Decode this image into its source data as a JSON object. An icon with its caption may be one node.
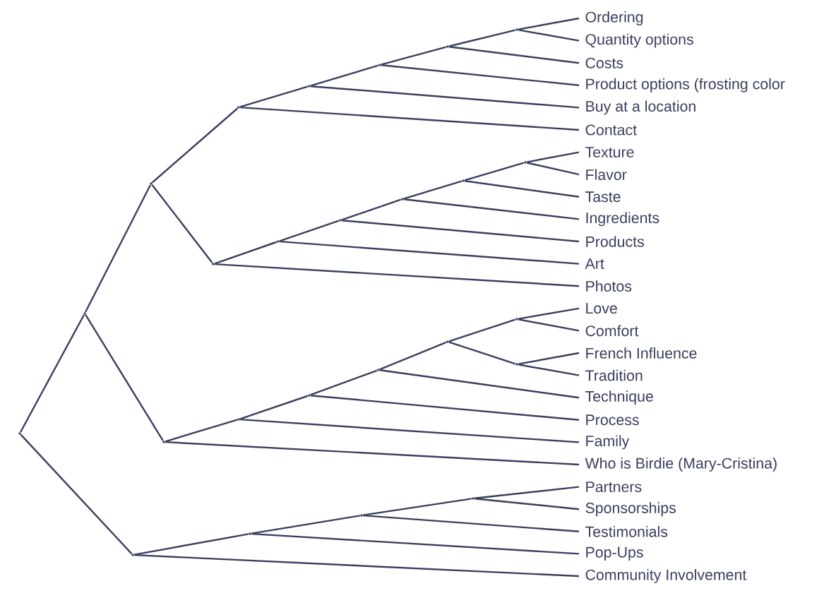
{
  "diagram": {
    "nodes": [
      {
        "text": [
          "Ordering"
        ]
      },
      {
        "text": [
          "Quantity options"
        ]
      },
      {
        "text": [
          "Costs"
        ]
      },
      {
        "text": [
          "Product options (frosting color"
        ]
      },
      {
        "text": [
          "Buy at a location"
        ]
      },
      {
        "text": [
          "Contact"
        ]
      },
      {
        "text": [
          "Texture"
        ]
      },
      {
        "text": [
          "Flavor"
        ]
      },
      {
        "text": [
          "Taste"
        ]
      },
      {
        "text": [
          "Ingredients"
        ]
      },
      {
        "text": [
          "Products"
        ]
      },
      {
        "text": [
          "Art"
        ]
      },
      {
        "text": [
          "Photos"
        ]
      },
      {
        "text": [
          "Love"
        ]
      },
      {
        "text": [
          "Comfort"
        ]
      },
      {
        "text": [
          "French Influence"
        ]
      },
      {
        "text": [
          "Tradition"
        ]
      },
      {
        "text": [
          "Technique"
        ]
      },
      {
        "text": [
          "Process"
        ]
      },
      {
        "text": [
          "Family"
        ]
      },
      {
        "text": [
          "Who is Birdie (Mary-Cristina)"
        ]
      },
      {
        "text": [
          "Partners"
        ]
      },
      {
        "text": [
          "Sponsorships"
        ]
      },
      {
        "text": [
          "Testimonials"
        ]
      },
      {
        "text": [
          "Pop-Ups"
        ]
      },
      {
        "text": [
          "Community Involvement"
        ]
      },
      {
        "text": [],
        "shape": "point"
      },
      {
        "text": [],
        "shape": "point"
      },
      {
        "text": [],
        "shape": "point"
      },
      {
        "text": [],
        "shape": "point"
      },
      {
        "text": [],
        "shape": "point"
      },
      {
        "text": [],
        "shape": "point"
      },
      {
        "text": [],
        "shape": "point"
      },
      {
        "text": [],
        "shape": "point"
      },
      {
        "text": [],
        "shape": "point"
      },
      {
        "text": [],
        "shape": "point"
      },
      {
        "text": [],
        "shape": "point"
      },
      {
        "text": [],
        "shape": "point"
      },
      {
        "text": [],
        "shape": "point"
      },
      {
        "text": [],
        "shape": "point"
      },
      {
        "text": [],
        "shape": "point"
      },
      {
        "text": [],
        "shape": "point"
      },
      {
        "text": [],
        "shape": "point"
      },
      {
        "text": [],
        "shape": "point"
      },
      {
        "text": [],
        "shape": "point"
      },
      {
        "text": [],
        "shape": "point"
      },
      {
        "text": [],
        "shape": "point"
      },
      {
        "text": [],
        "shape": "point"
      },
      {
        "text": [],
        "shape": "point"
      },
      {
        "text": [],
        "shape": "point"
      },
      {
        "text": [],
        "shape": "point"
      }
    ],
    "edges": [
      {
        "from": 26,
        "to": 27,
        "arrow": "none"
      },
      {
        "from": 26,
        "to": 28,
        "arrow": "none"
      },
      {
        "from": 27,
        "to": 29,
        "arrow": "none"
      },
      {
        "from": 27,
        "to": 30,
        "arrow": "none"
      },
      {
        "from": 29,
        "to": 32,
        "arrow": "none"
      },
      {
        "from": 29,
        "to": 31,
        "arrow": "none"
      },
      {
        "from": 32,
        "to": 5,
        "arrow": "none"
      },
      {
        "from": 32,
        "to": 36,
        "arrow": "none"
      },
      {
        "from": 36,
        "to": 4,
        "arrow": "none"
      },
      {
        "from": 36,
        "to": 41,
        "arrow": "none"
      },
      {
        "from": 41,
        "to": 3,
        "arrow": "none"
      },
      {
        "from": 41,
        "to": 43,
        "arrow": "none"
      },
      {
        "from": 43,
        "to": 2,
        "arrow": "none"
      },
      {
        "from": 43,
        "to": 47,
        "arrow": "none"
      },
      {
        "from": 47,
        "to": 0,
        "arrow": "none"
      },
      {
        "from": 47,
        "to": 1,
        "arrow": "none"
      },
      {
        "from": 31,
        "to": 12,
        "arrow": "none"
      },
      {
        "from": 31,
        "to": 35,
        "arrow": "none"
      },
      {
        "from": 35,
        "to": 11,
        "arrow": "none"
      },
      {
        "from": 35,
        "to": 38,
        "arrow": "none"
      },
      {
        "from": 38,
        "to": 10,
        "arrow": "none"
      },
      {
        "from": 38,
        "to": 42,
        "arrow": "none"
      },
      {
        "from": 42,
        "to": 9,
        "arrow": "none"
      },
      {
        "from": 42,
        "to": 45,
        "arrow": "none"
      },
      {
        "from": 45,
        "to": 8,
        "arrow": "none"
      },
      {
        "from": 45,
        "to": 50,
        "arrow": "none"
      },
      {
        "from": 50,
        "to": 6,
        "arrow": "none"
      },
      {
        "from": 50,
        "to": 7,
        "arrow": "none"
      },
      {
        "from": 30,
        "to": 20,
        "arrow": "none"
      },
      {
        "from": 30,
        "to": 33,
        "arrow": "none"
      },
      {
        "from": 33,
        "to": 19,
        "arrow": "none"
      },
      {
        "from": 33,
        "to": 37,
        "arrow": "none"
      },
      {
        "from": 37,
        "to": 18,
        "arrow": "none"
      },
      {
        "from": 37,
        "to": 40,
        "arrow": "none"
      },
      {
        "from": 40,
        "to": 17,
        "arrow": "none"
      },
      {
        "from": 40,
        "to": 44,
        "arrow": "none"
      },
      {
        "from": 44,
        "to": 48,
        "arrow": "none"
      },
      {
        "from": 44,
        "to": 49,
        "arrow": "none"
      },
      {
        "from": 48,
        "to": 13,
        "arrow": "none"
      },
      {
        "from": 48,
        "to": 14,
        "arrow": "none"
      },
      {
        "from": 49,
        "to": 15,
        "arrow": "none"
      },
      {
        "from": 49,
        "to": 16,
        "arrow": "none"
      },
      {
        "from": 28,
        "to": 25,
        "arrow": "none"
      },
      {
        "from": 28,
        "to": 34,
        "arrow": "none"
      },
      {
        "from": 34,
        "to": 24,
        "arrow": "none"
      },
      {
        "from": 34,
        "to": 39,
        "arrow": "none"
      },
      {
        "from": 39,
        "to": 23,
        "arrow": "none"
      },
      {
        "from": 39,
        "to": 46,
        "arrow": "none"
      },
      {
        "from": 46,
        "to": 21,
        "arrow": "none"
      },
      {
        "from": 46,
        "to": 22,
        "arrow": "none"
      }
    ]
  }
}
